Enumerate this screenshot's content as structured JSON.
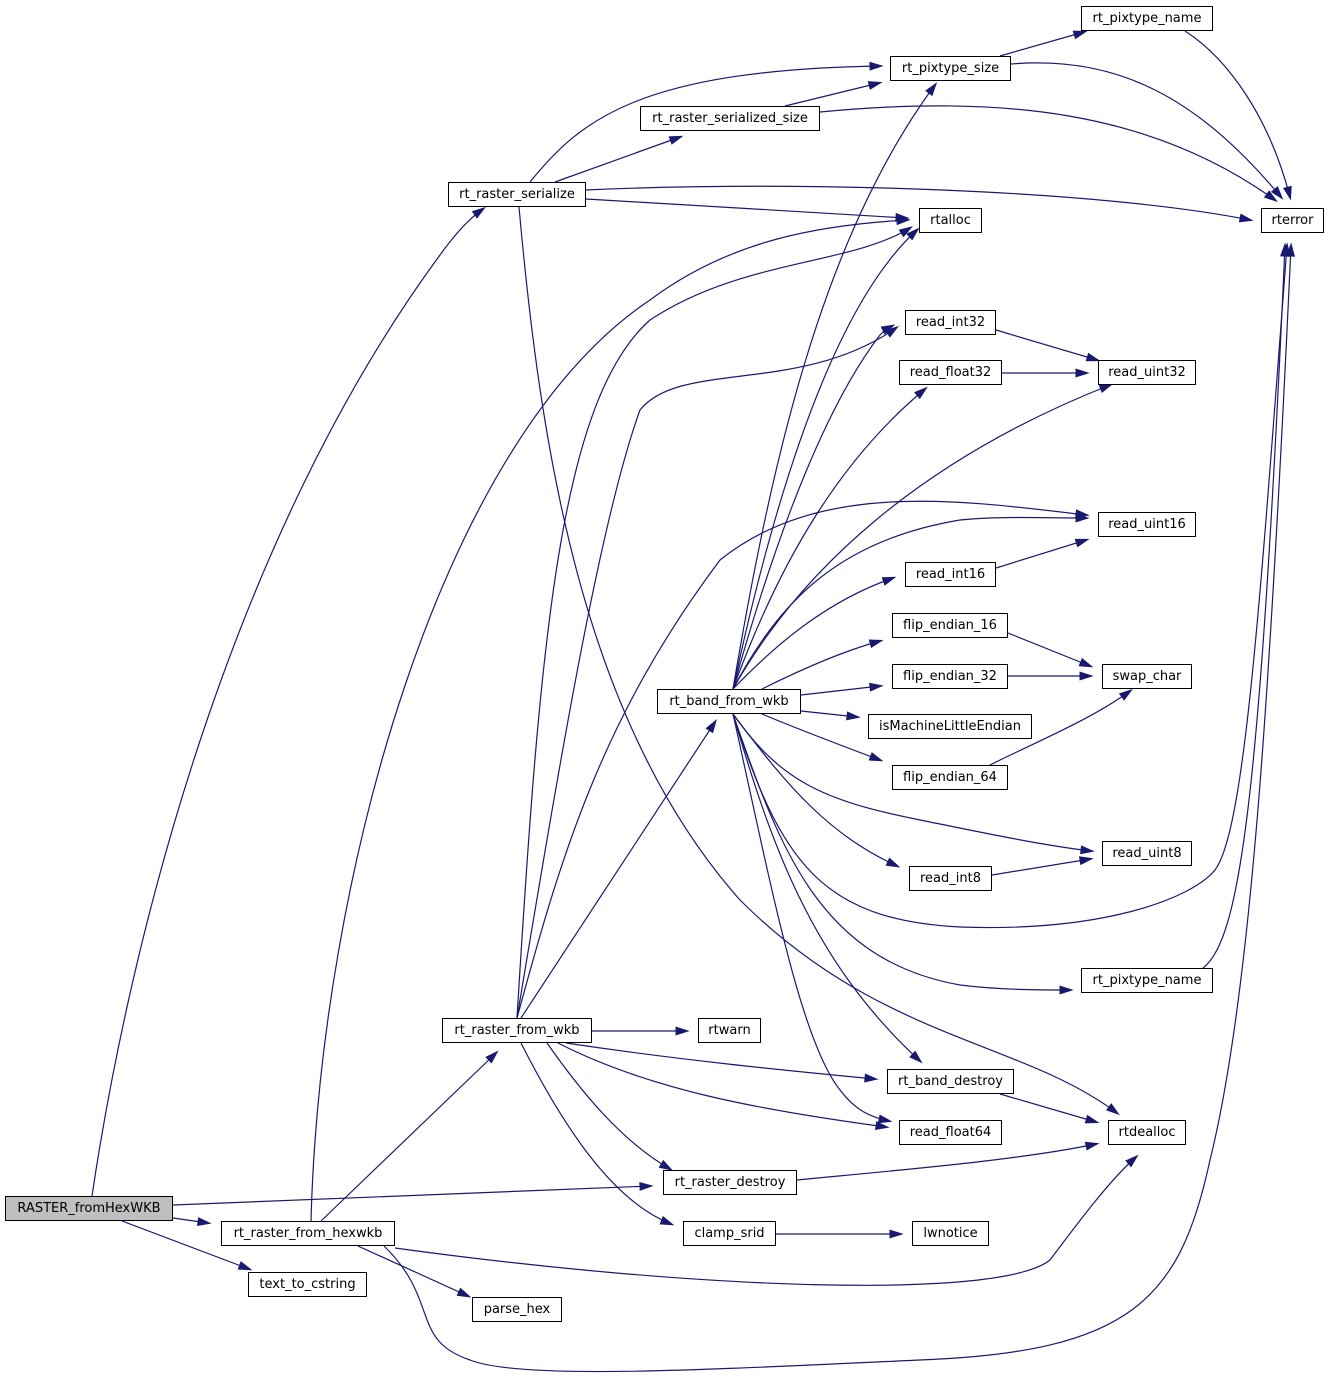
{
  "graph": {
    "root": "RASTER_fromHexWKB",
    "nodes": {
      "raster_fromhexwkb": "RASTER_fromHexWKB",
      "rt_raster_from_hexwkb": "rt_raster_from_hexwkb",
      "text_to_cstring": "text_to_cstring",
      "parse_hex": "parse_hex",
      "rt_raster_serialize": "rt_raster_serialize",
      "rt_raster_serialized_size": "rt_raster_serialized_size",
      "rt_pixtype_size": "rt_pixtype_size",
      "rt_pixtype_name_top": "rt_pixtype_name",
      "rterror": "rterror",
      "rtalloc": "rtalloc",
      "read_int32": "read_int32",
      "read_float32": "read_float32",
      "read_uint32": "read_uint32",
      "read_uint16": "read_uint16",
      "read_int16": "read_int16",
      "flip_endian_16": "flip_endian_16",
      "flip_endian_32": "flip_endian_32",
      "swap_char": "swap_char",
      "rt_band_from_wkb": "rt_band_from_wkb",
      "is_machine_little_endian": "isMachineLittleEndian",
      "flip_endian_64": "flip_endian_64",
      "read_uint8": "read_uint8",
      "read_int8": "read_int8",
      "rt_pixtype_name_bottom": "rt_pixtype_name",
      "rt_raster_from_wkb": "rt_raster_from_wkb",
      "rtwarn": "rtwarn",
      "rt_band_destroy": "rt_band_destroy",
      "rtdealloc": "rtdealloc",
      "read_float64": "read_float64",
      "rt_raster_destroy": "rt_raster_destroy",
      "clamp_srid": "clamp_srid",
      "lwnotice": "lwnotice"
    },
    "edges": [
      [
        "raster_fromhexwkb",
        "rt_raster_serialize"
      ],
      [
        "raster_fromhexwkb",
        "rt_raster_destroy"
      ],
      [
        "raster_fromhexwkb",
        "rt_raster_from_hexwkb"
      ],
      [
        "raster_fromhexwkb",
        "text_to_cstring"
      ],
      [
        "rt_raster_serialize",
        "rt_pixtype_size"
      ],
      [
        "rt_raster_serialize",
        "rt_raster_serialized_size"
      ],
      [
        "rt_raster_serialize",
        "rterror"
      ],
      [
        "rt_raster_serialize",
        "rtalloc"
      ],
      [
        "rt_raster_serialize",
        "rtdealloc"
      ],
      [
        "rt_raster_serialized_size",
        "rt_pixtype_size"
      ],
      [
        "rt_raster_serialized_size",
        "rterror"
      ],
      [
        "rt_pixtype_size",
        "rt_pixtype_name_top"
      ],
      [
        "rt_pixtype_size",
        "rterror"
      ],
      [
        "rt_pixtype_name_top",
        "rterror"
      ],
      [
        "rt_raster_from_hexwkb",
        "rtalloc"
      ],
      [
        "rt_raster_from_hexwkb",
        "rt_raster_from_wkb"
      ],
      [
        "rt_raster_from_hexwkb",
        "parse_hex"
      ],
      [
        "rt_raster_from_hexwkb",
        "rtdealloc"
      ],
      [
        "rt_raster_from_hexwkb",
        "rterror"
      ],
      [
        "rt_raster_from_wkb",
        "rtalloc"
      ],
      [
        "rt_raster_from_wkb",
        "read_int32"
      ],
      [
        "rt_raster_from_wkb",
        "read_float64"
      ],
      [
        "rt_raster_from_wkb",
        "read_uint16"
      ],
      [
        "rt_raster_from_wkb",
        "rt_band_from_wkb"
      ],
      [
        "rt_raster_from_wkb",
        "rtwarn"
      ],
      [
        "rt_raster_from_wkb",
        "rt_band_destroy"
      ],
      [
        "rt_raster_from_wkb",
        "rt_raster_destroy"
      ],
      [
        "rt_raster_from_wkb",
        "clamp_srid"
      ],
      [
        "rt_band_from_wkb",
        "rt_pixtype_size"
      ],
      [
        "rt_band_from_wkb",
        "rtalloc"
      ],
      [
        "rt_band_from_wkb",
        "rterror"
      ],
      [
        "rt_band_from_wkb",
        "read_int32"
      ],
      [
        "rt_band_from_wkb",
        "read_float32"
      ],
      [
        "rt_band_from_wkb",
        "read_uint32"
      ],
      [
        "rt_band_from_wkb",
        "read_uint16"
      ],
      [
        "rt_band_from_wkb",
        "read_int16"
      ],
      [
        "rt_band_from_wkb",
        "flip_endian_16"
      ],
      [
        "rt_band_from_wkb",
        "flip_endian_32"
      ],
      [
        "rt_band_from_wkb",
        "is_machine_little_endian"
      ],
      [
        "rt_band_from_wkb",
        "flip_endian_64"
      ],
      [
        "rt_band_from_wkb",
        "read_uint8"
      ],
      [
        "rt_band_from_wkb",
        "read_int8"
      ],
      [
        "rt_band_from_wkb",
        "rt_pixtype_name_bottom"
      ],
      [
        "rt_band_from_wkb",
        "rt_band_destroy"
      ],
      [
        "rt_band_from_wkb",
        "read_float64"
      ],
      [
        "read_int32",
        "read_uint32"
      ],
      [
        "read_float32",
        "read_uint32"
      ],
      [
        "read_int16",
        "read_uint16"
      ],
      [
        "flip_endian_16",
        "swap_char"
      ],
      [
        "flip_endian_32",
        "swap_char"
      ],
      [
        "flip_endian_64",
        "swap_char"
      ],
      [
        "read_int8",
        "read_uint8"
      ],
      [
        "rt_pixtype_name_bottom",
        "rterror"
      ],
      [
        "rt_band_destroy",
        "rtdealloc"
      ],
      [
        "rt_raster_destroy",
        "rtdealloc"
      ],
      [
        "clamp_srid",
        "lwnotice"
      ]
    ],
    "colors": {
      "edge": "#191970",
      "root_fill": "#bfbfbf",
      "node_fill": "#ffffff",
      "border": "#000000"
    }
  }
}
